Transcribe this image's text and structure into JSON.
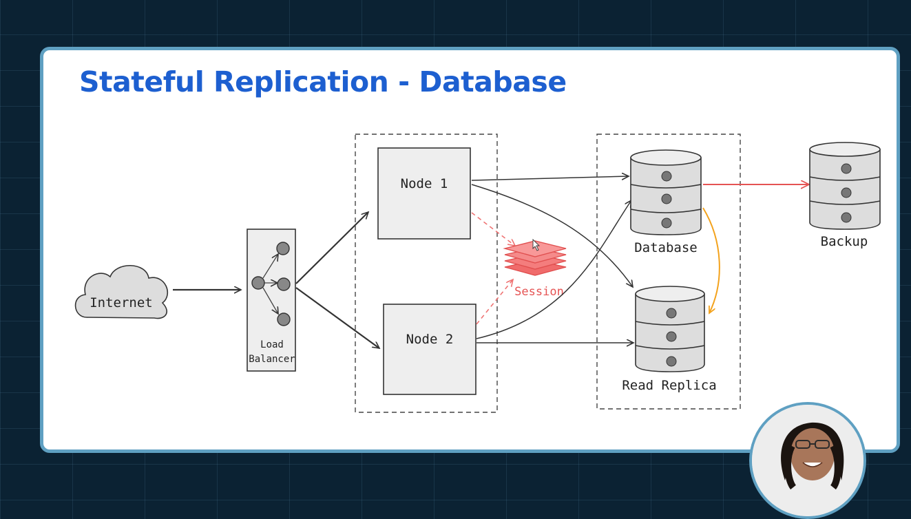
{
  "slide": {
    "title": "Stateful Replication - Database"
  },
  "diagram": {
    "internet_label": "Internet",
    "load_balancer_label_line1": "Load",
    "load_balancer_label_line2": "Balancer",
    "node1_label": "Node 1",
    "node2_label": "Node 2",
    "session_label": "Session",
    "database_label": "Database",
    "read_replica_label": "Read Replica",
    "backup_label": "Backup"
  },
  "colors": {
    "title": "#1d5fd0",
    "frame_border": "#5fa0c2",
    "session": "#f06b6b",
    "backup_arrow": "#e55353",
    "replication_arrow": "#f3a21c",
    "node_fill": "#eeeeee"
  },
  "icons": [
    "cloud-icon",
    "database-icon",
    "layers-icon",
    "mouse-cursor-icon",
    "person-avatar"
  ]
}
